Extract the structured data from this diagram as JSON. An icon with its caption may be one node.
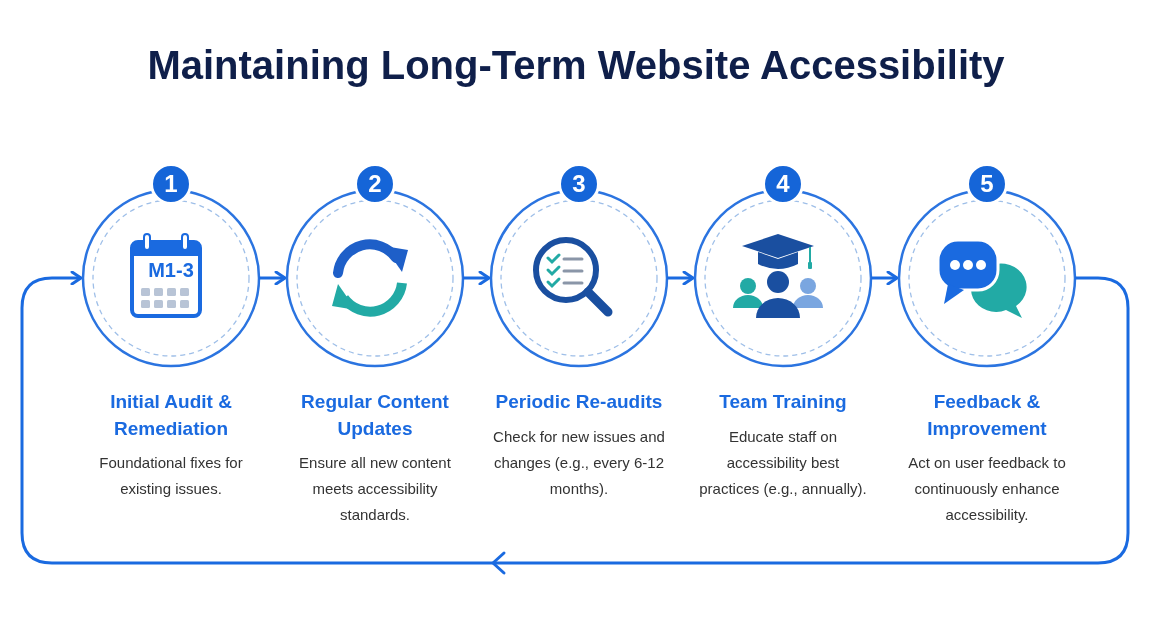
{
  "diagram": {
    "title": "Maintaining Long-Term Website Accessibility",
    "nodes": [
      {
        "text": [
          "1",
          "Initial Audit & Remediation",
          "Foundational fixes for existing issues."
        ]
      },
      {
        "text": [
          "2",
          "Regular Content Updates",
          "Ensure all new content meets accessibility standards."
        ]
      },
      {
        "text": [
          "3",
          "Periodic Re-audits",
          "Check for new issues and changes (e.g., every 6-12 months)."
        ]
      },
      {
        "text": [
          "4",
          "Team Training",
          "Educate staff on accessibility best practices (e.g., annually)."
        ]
      },
      {
        "text": [
          "5",
          "Feedback & Improvement",
          "Act on user feedback to continuously enhance accessibility."
        ]
      }
    ],
    "edges": [
      {
        "from": 0,
        "to": 1,
        "arrow": "to"
      },
      {
        "from": 1,
        "to": 2,
        "arrow": "to"
      },
      {
        "from": 2,
        "to": 3,
        "arrow": "to"
      },
      {
        "from": 3,
        "to": 4,
        "arrow": "to"
      },
      {
        "from": 4,
        "to": 0,
        "arrow": "to"
      }
    ],
    "labels": [
      "M1-3"
    ]
  }
}
